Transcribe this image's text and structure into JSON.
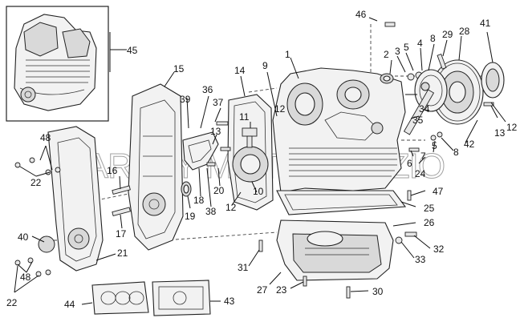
{
  "watermark": "HARLEY MOTO GUZZIO",
  "callouts": {
    "c1": "1",
    "c2": "2",
    "c3": "3",
    "c4": "4",
    "c5": "5",
    "c5b": "5",
    "c6": "6",
    "c7": "7",
    "c8": "8",
    "c8b": "8",
    "c9": "9",
    "c10": "10",
    "c11": "11",
    "c12": "12",
    "c12b": "12",
    "c12c": "12",
    "c13": "13",
    "c13b": "13",
    "c14": "14",
    "c15": "15",
    "c16": "16",
    "c17": "17",
    "c18": "18",
    "c19": "19",
    "c20": "20",
    "c21": "21",
    "c22": "22",
    "c22b": "22",
    "c23": "23",
    "c24": "24",
    "c25": "25",
    "c26": "26",
    "c27": "27",
    "c28": "28",
    "c29": "29",
    "c30": "30",
    "c31": "31",
    "c32": "32",
    "c33": "33",
    "c34": "34",
    "c35": "35",
    "c36": "36",
    "c37": "37",
    "c38": "38",
    "c39": "39",
    "c40": "40",
    "c41": "41",
    "c42": "42",
    "c43": "43",
    "c44": "44",
    "c45": "45",
    "c46": "46",
    "c47": "47",
    "c48": "48",
    "c48b": "48"
  }
}
